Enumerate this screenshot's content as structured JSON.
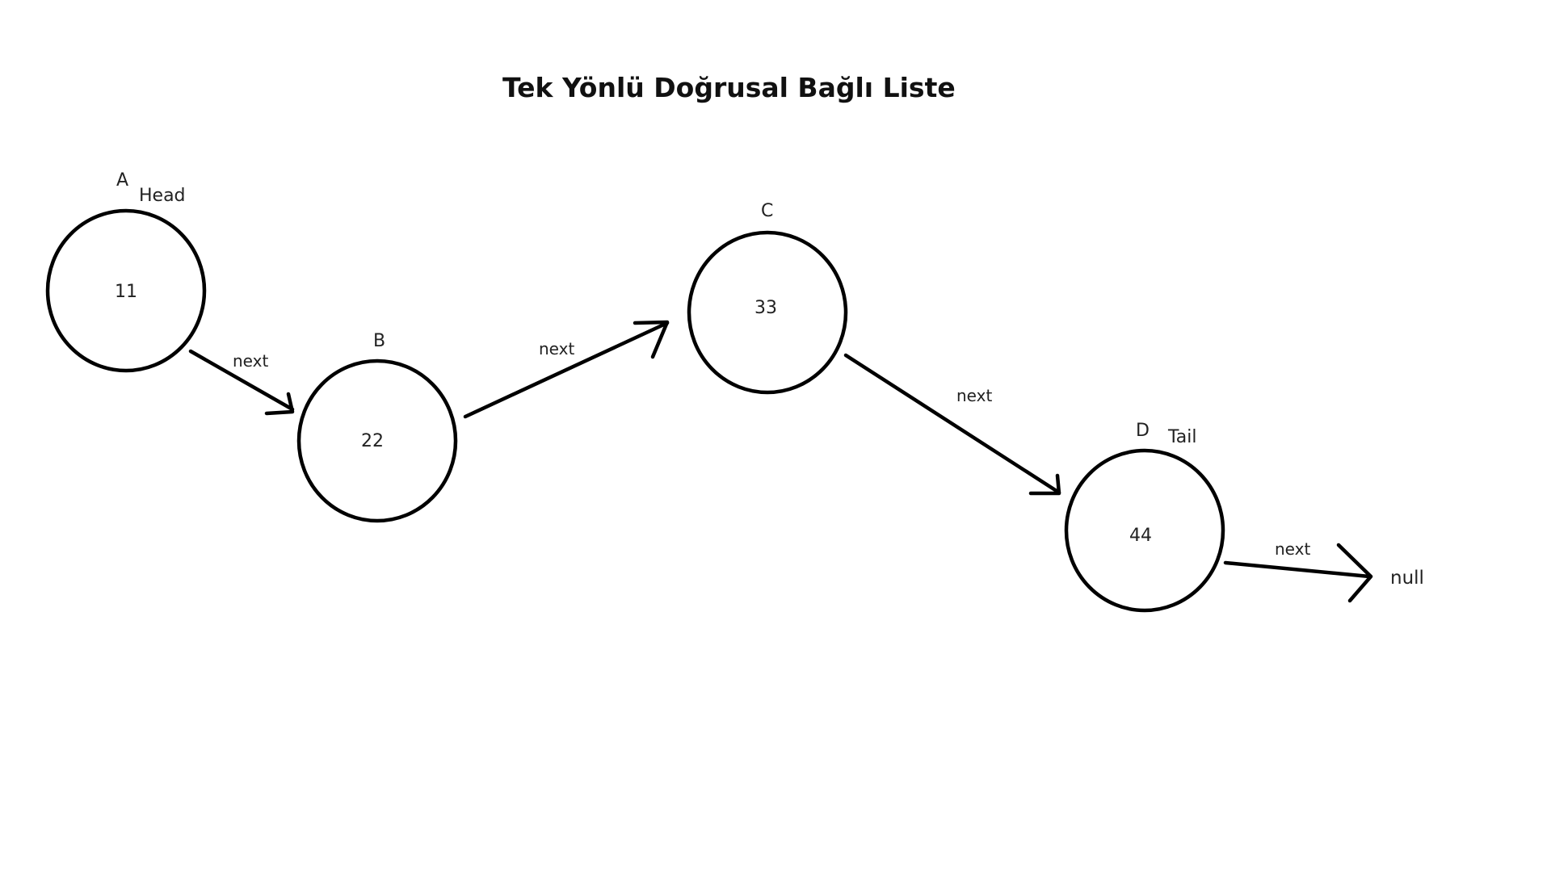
{
  "title": "Tek Yönlü Doğrusal Bağlı Liste",
  "nodes": [
    {
      "name": "A",
      "value": "11",
      "role": "Head"
    },
    {
      "name": "B",
      "value": "22",
      "role": ""
    },
    {
      "name": "C",
      "value": "33",
      "role": ""
    },
    {
      "name": "D",
      "value": "44",
      "role": "Tail"
    }
  ],
  "edges": [
    {
      "from": "A",
      "to": "B",
      "label": "next"
    },
    {
      "from": "B",
      "to": "C",
      "label": "next"
    },
    {
      "from": "C",
      "to": "D",
      "label": "next"
    },
    {
      "from": "D",
      "to": "null",
      "label": "next"
    }
  ],
  "terminal": "null",
  "colors": {
    "stroke": "#000000",
    "background": "#ffffff"
  }
}
